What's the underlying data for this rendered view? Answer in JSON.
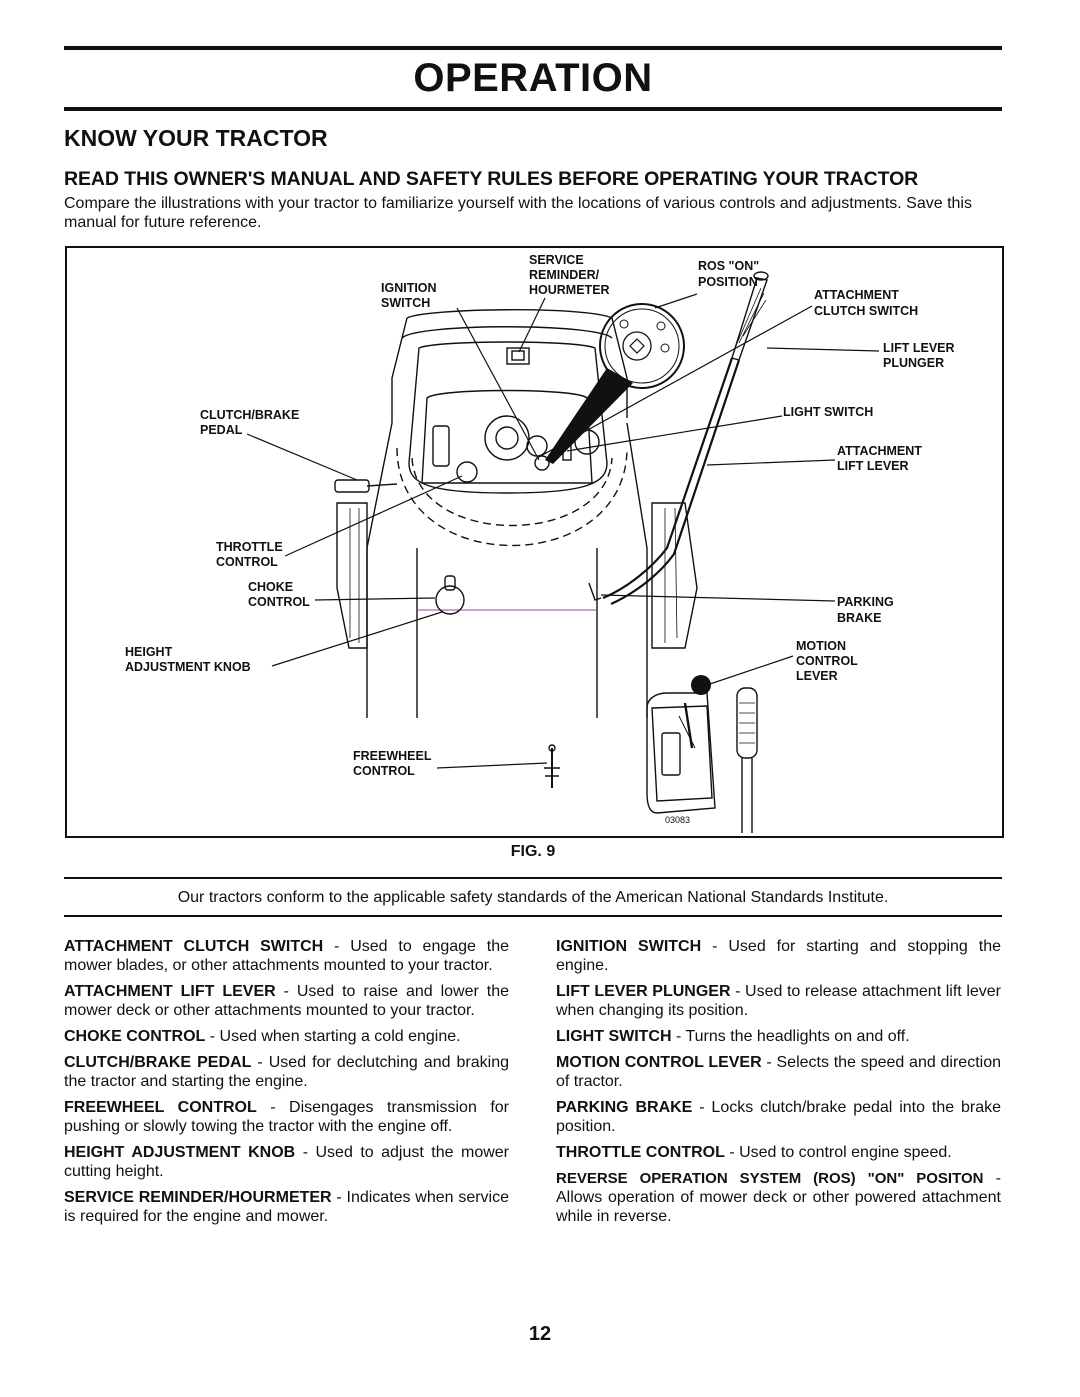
{
  "header": {
    "title": "OPERATION"
  },
  "section": {
    "title": "KNOW YOUR TRACTOR",
    "subtitle": "READ THIS OWNER'S MANUAL AND SAFETY RULES BEFORE OPERATING YOUR TRACTOR",
    "intro": "Compare the illustrations with your tractor to familiarize yourself with the locations of various controls and adjustments. Save this manual for future reference."
  },
  "figure": {
    "caption": "FIG. 9",
    "code": "03083",
    "labels": {
      "ignition_switch": [
        "IGNITION",
        "SWITCH"
      ],
      "service_reminder": [
        "SERVICE",
        "REMINDER/",
        "HOURMETER"
      ],
      "ros_on": [
        "ROS \"ON\"",
        "POSITION"
      ],
      "attachment_clutch": [
        "ATTACHMENT",
        "CLUTCH SWITCH"
      ],
      "lift_lever_plunger": [
        "LIFT LEVER",
        "PLUNGER"
      ],
      "clutch_brake": [
        "CLUTCH/BRAKE",
        "PEDAL"
      ],
      "light_switch": [
        "LIGHT SWITCH"
      ],
      "attachment_lift": [
        "ATTACHMENT",
        "LIFT LEVER"
      ],
      "throttle": [
        "THROTTLE",
        "CONTROL"
      ],
      "choke": [
        "CHOKE",
        "CONTROL"
      ],
      "parking_brake": [
        "PARKING",
        "BRAKE"
      ],
      "height_knob": [
        "HEIGHT",
        "ADJUSTMENT KNOB"
      ],
      "motion_control": [
        "MOTION",
        "CONTROL",
        "LEVER"
      ],
      "freewheel": [
        "FREEWHEEL",
        "CONTROL"
      ]
    }
  },
  "notice": "Our tractors conform to the applicable safety standards of the American National Standards Institute.",
  "descriptions": {
    "left": [
      {
        "term": "ATTACHMENT CLUTCH SWITCH",
        "text": " - Used to engage the mower blades, or other attachments mounted to your tractor."
      },
      {
        "term": "ATTACHMENT LIFT LEVER",
        "text": " - Used to raise and lower the mower deck or other attachments mounted to your tractor."
      },
      {
        "term": "CHOKE CONTROL",
        "text": " - Used when starting a cold engine."
      },
      {
        "term": "CLUTCH/BRAKE PEDAL",
        "text": " - Used for declutching and braking the tractor and starting the engine."
      },
      {
        "term": "FREEWHEEL CONTROL",
        "text": " - Disengages transmission for pushing or slowly towing the tractor with the engine off."
      },
      {
        "term": "HEIGHT ADJUSTMENT KNOB",
        "text": " - Used to adjust the mower cutting height."
      },
      {
        "term": "SERVICE REMINDER/HOURMETER",
        "text": " - Indicates when service is required for the engine and mower."
      }
    ],
    "right": [
      {
        "term": "IGNITION SWITCH",
        "text": " - Used for starting and stopping the engine."
      },
      {
        "term": "LIFT LEVER PLUNGER",
        "text": " - Used to release attachment lift lever when changing its position."
      },
      {
        "term": "LIGHT SWITCH",
        "text": " - Turns the headlights on and off."
      },
      {
        "term": "MOTION CONTROL LEVER",
        "text": " - Selects the speed and direction of tractor."
      },
      {
        "term": "PARKING BRAKE",
        "text": " - Locks clutch/brake pedal into the brake position."
      },
      {
        "term": "THROTTLE CONTROL",
        "text": " - Used to control engine speed."
      },
      {
        "term": "REVERSE OPERATION SYSTEM (ROS) \"ON\" POSITON",
        "text": " - Allows operation of mower deck or other powered attachment while in reverse."
      }
    ]
  },
  "page_number": "12"
}
